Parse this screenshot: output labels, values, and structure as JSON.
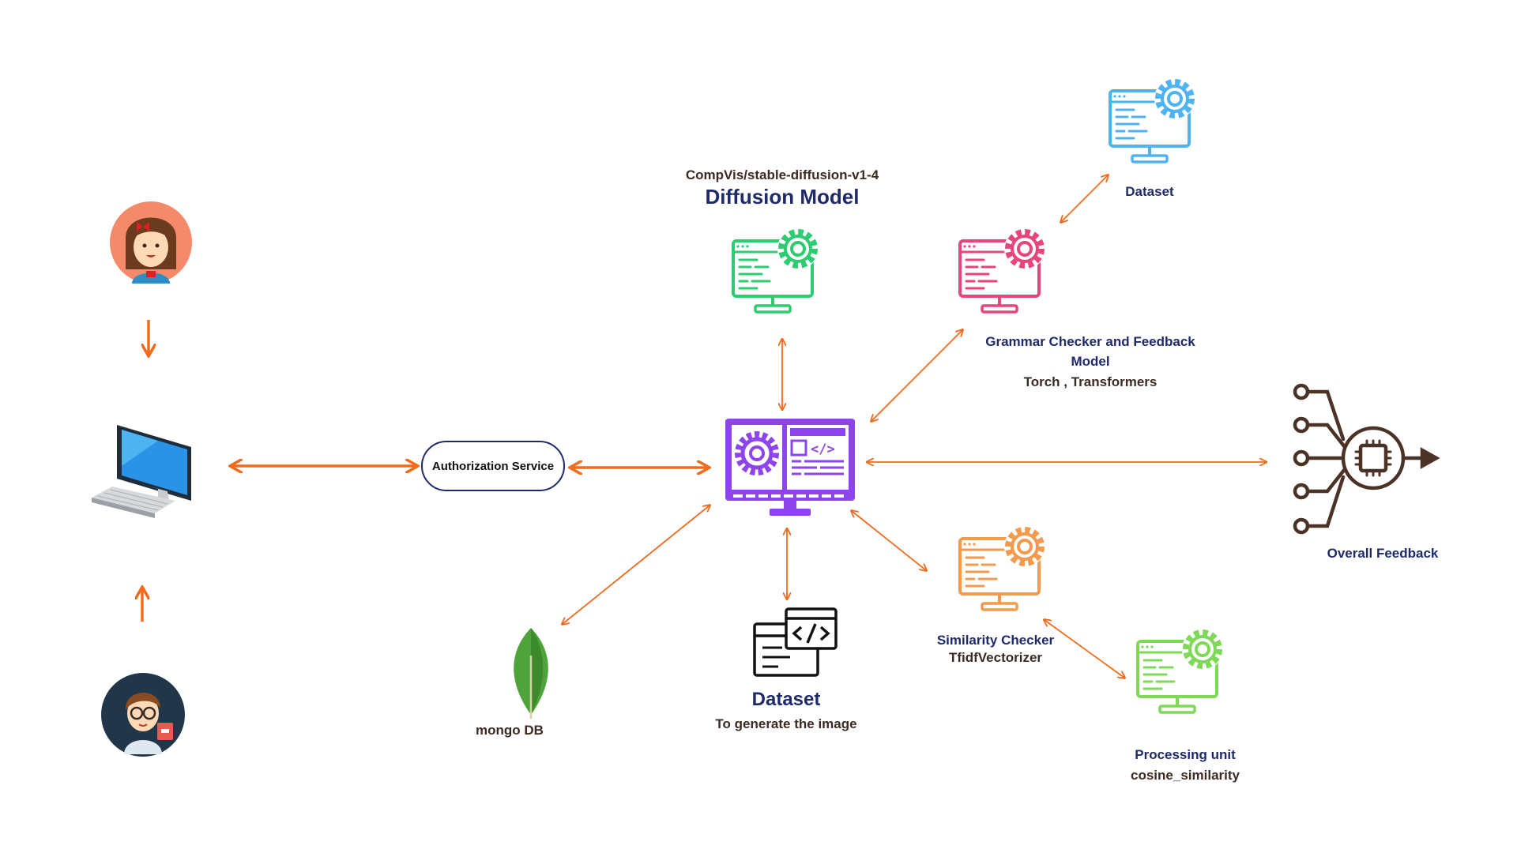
{
  "nodes": {
    "auth_service": "Authorization Service",
    "diffusion_model": {
      "subtitle": "CompVis/stable-diffusion-v1-4",
      "title": "Diffusion Model"
    },
    "grammar_checker": {
      "line1": "Grammar Checker and Feedback",
      "line2": "Model",
      "line3": "Torch , Transformers"
    },
    "grammar_dataset": "Dataset",
    "overall_feedback": "Overall Feedback",
    "similarity_checker": {
      "line1": "Similarity Checker",
      "line2": "TfidfVectorizer"
    },
    "processing_unit": {
      "line1": "Processing unit",
      "line2": "cosine_similarity"
    },
    "image_dataset": {
      "title": "Dataset",
      "subtitle": "To generate the image"
    },
    "database": "mongo DB"
  },
  "colors": {
    "arrow": "#f26b1d",
    "diffusion": "#2ecc71",
    "grammar": "#e8457a",
    "dataset_top": "#4fb3f0",
    "similarity": "#f39a4c",
    "processing": "#7ed957",
    "central": "#8e44ec",
    "feedback": "#4a3226",
    "mongo": "#4fa33b"
  },
  "icons": [
    "student-girl-avatar",
    "student-boy-avatar",
    "desktop-computer-icon",
    "code-monitor-icon",
    "gear-monitor-icon",
    "ai-chip-icon",
    "mongodb-leaf-icon",
    "code-window-icon"
  ]
}
